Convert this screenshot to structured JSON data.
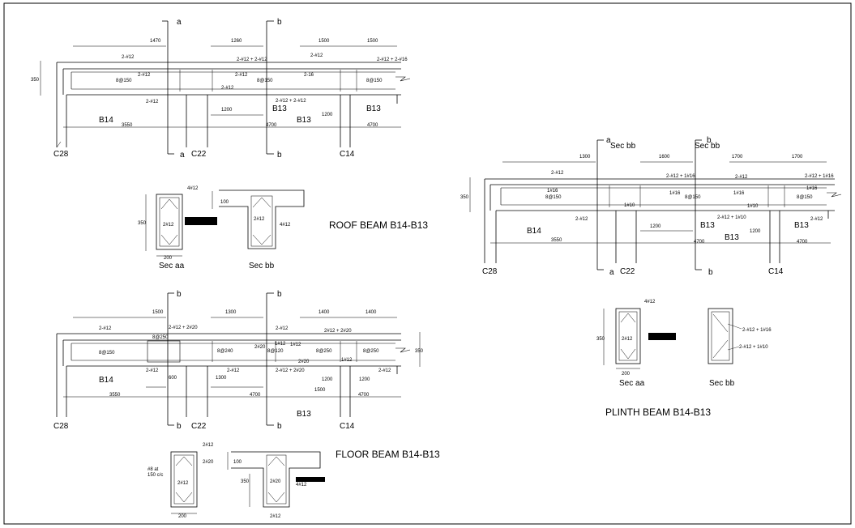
{
  "roof": {
    "title": "ROOF BEAM B14-B13",
    "cut_a": "a",
    "cut_b": "b",
    "dims_top": [
      "1470",
      "1260",
      "1500",
      "1500"
    ],
    "dim_depth": "350",
    "bars": [
      "2-#12",
      "2-#12 + 2-#12",
      "2-#12",
      "2-#12 + 2-#16",
      "2-#12",
      "2-16",
      "2-#12",
      "2-#12 + 2-#12",
      "2-#12",
      "2-#12"
    ],
    "stirrups": [
      "8@150",
      "8@150",
      "8@150"
    ],
    "beams": [
      "B14",
      "B13",
      "B13"
    ],
    "dims_low": [
      "1200",
      "1200"
    ],
    "spans": [
      "3550",
      "4700",
      "4700"
    ],
    "cols": [
      "C28",
      "C22",
      "C14"
    ],
    "sec_aa": {
      "label": "Sec aa",
      "bar_top": "4#12",
      "bar_mid": "2#12",
      "width": "200",
      "depth": "350"
    },
    "sec_bb": {
      "label": "Sec bb",
      "bar": "4#12",
      "bar_mid": "2#12",
      "slab": "100"
    }
  },
  "plinth": {
    "title": "PLINTH BEAM B14-B13",
    "cut_a": "a",
    "cut_b": "b",
    "sec_bb_top": "Sec bb",
    "sec_bb_top2": "Sec bb",
    "dims_top": [
      "1300",
      "1600",
      "1700",
      "1700"
    ],
    "dim_depth": "350",
    "bars": [
      "2-#12",
      "2-#12 + 1#16",
      "2-#12",
      "2-#12 + 1#16",
      "1#16",
      "1#16",
      "1#16",
      "1#16",
      "2-#12",
      "2-#12 + 1#10",
      "2-#12",
      "1#10",
      "1#10"
    ],
    "stirrups": [
      "8@150",
      "8@150",
      "8@150"
    ],
    "beams": [
      "B14",
      "B13",
      "B13"
    ],
    "dims_low": [
      "1200",
      "1200"
    ],
    "spans": [
      "3550",
      "4700"
    ],
    "cols": [
      "C28",
      "C22",
      "C14"
    ],
    "sec_aa": {
      "label": "Sec aa",
      "bar_top": "4#12",
      "bar_mid": "2#12",
      "width": "200",
      "depth": "350"
    },
    "sec_bb": {
      "label": "Sec bb",
      "bar_top": "2-#12 + 1#16",
      "bar_bot": "2-#12 + 1#10"
    }
  },
  "floor": {
    "title": "FLOOR BEAM B14-B13",
    "cut_a": "b",
    "cut_b": "b",
    "dims_top": [
      "1500",
      "1300",
      "1400",
      "1400"
    ],
    "dim_depth": "350",
    "bars": [
      "2-#12",
      "2-#12 + 2#20",
      "2-#12",
      "2#12 + 2#20",
      "2-#12",
      "2-#12",
      "2-#12 + 2#20",
      "2-#12",
      "1#12",
      "2#20",
      "1#12",
      "2#20",
      "1#12"
    ],
    "stirrups": [
      "8@150",
      "8@250",
      "8@240",
      "8@120",
      "8@250",
      "8@250"
    ],
    "beams": [
      "B14",
      "B13"
    ],
    "dims_low": [
      "600",
      "1300",
      "1200",
      "1200",
      "1500"
    ],
    "spans": [
      "3550",
      "4700",
      "4700"
    ],
    "cols": [
      "C28",
      "C22",
      "C14"
    ],
    "sec_aa": {
      "bar_top": "2#12",
      "bar_side": "2#20",
      "bar_mid": "2#12",
      "stirrup_note1": "#8 at",
      "stirrup_note2": "150 c/c",
      "width": "200"
    },
    "sec_bb": {
      "bar_mid": "2#20",
      "bar_bot": "2#12",
      "bar_bot2": "4#12",
      "slab": "100",
      "depth": "350"
    }
  }
}
